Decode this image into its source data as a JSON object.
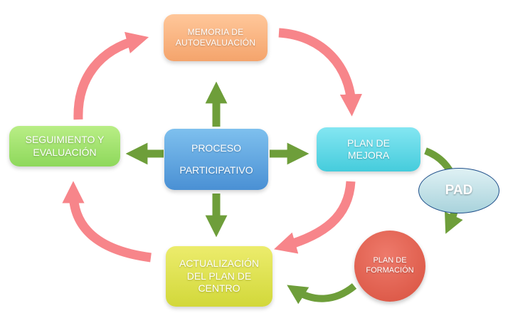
{
  "nodes": {
    "memoria": {
      "line1": "MEMORIA DE",
      "line2": "AUTOEVALUACIÓN",
      "color": "#f4a46c"
    },
    "proceso": {
      "line1": "PROCESO",
      "line2": "PARTICIPATIVO",
      "color": "#4a90d4"
    },
    "seguimiento": {
      "line1": "SEGUIMIENTO Y",
      "line2": "EVALUACIÓN",
      "color": "#8ed85b"
    },
    "plan_mejora": {
      "line1": "PLAN DE",
      "line2": "MEJORA",
      "color": "#45ccdc"
    },
    "actualizacion": {
      "line1": "ACTUALIZACIÓN",
      "line2": "DEL PLAN DE",
      "line3": "CENTRO",
      "color": "#d2d83a"
    },
    "pad": {
      "label": "PAD",
      "color": "#a9d3dc"
    },
    "formacion": {
      "line1": "PLAN DE",
      "line2": "FORMACIÓN",
      "color": "#d8513f"
    }
  },
  "colors": {
    "cycle_arrow": "#f7858a",
    "green_arrow": "#6e9e3a"
  },
  "arrows": [
    {
      "from": "memoria",
      "to": "plan_mejora",
      "kind": "cycle"
    },
    {
      "from": "plan_mejora",
      "to": "actualizacion",
      "kind": "cycle"
    },
    {
      "from": "actualizacion",
      "to": "seguimiento",
      "kind": "cycle"
    },
    {
      "from": "seguimiento",
      "to": "memoria",
      "kind": "cycle"
    },
    {
      "from": "proceso",
      "to": "memoria",
      "kind": "green"
    },
    {
      "from": "proceso",
      "to": "seguimiento",
      "kind": "green"
    },
    {
      "from": "proceso",
      "to": "plan_mejora",
      "kind": "green"
    },
    {
      "from": "proceso",
      "to": "actualizacion",
      "kind": "green"
    },
    {
      "from": "plan_mejora",
      "to": "formacion",
      "kind": "green"
    },
    {
      "from": "formacion",
      "to": "actualizacion",
      "kind": "green"
    }
  ]
}
